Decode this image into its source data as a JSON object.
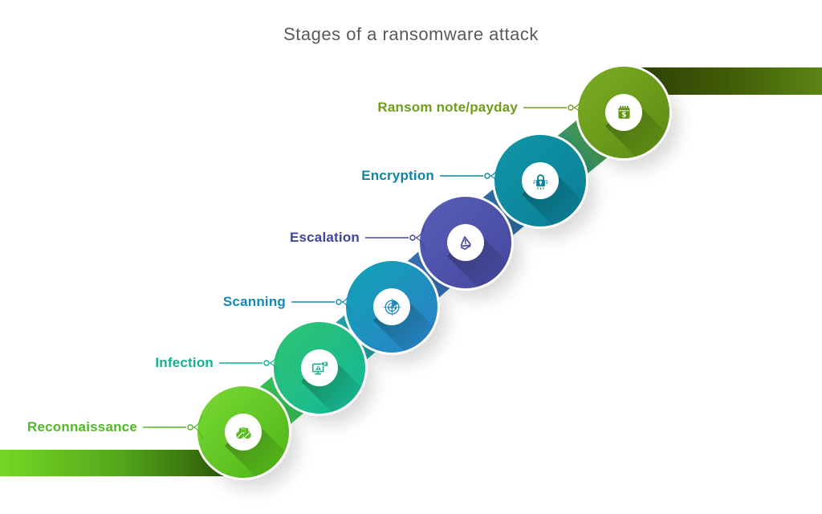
{
  "title": "Stages of a ransomware attack",
  "stages": [
    {
      "label": "Reconnaissance",
      "icon": "binoculars-icon",
      "label_color": "#52b72a",
      "circle_gradient": [
        "#7ad936",
        "#4db514"
      ],
      "icon_color": "#57bd20"
    },
    {
      "label": "Infection",
      "icon": "infected-computer-icon",
      "label_color": "#12b191",
      "circle_gradient": [
        "#2fc46f",
        "#12b79c"
      ],
      "icon_color": "#16b091"
    },
    {
      "label": "Scanning",
      "icon": "radar-icon",
      "label_color": "#1488b5",
      "circle_gradient": [
        "#10a4b5",
        "#2d7fc9"
      ],
      "icon_color": "#1e88b8"
    },
    {
      "label": "Escalation",
      "icon": "warning-growth-icon",
      "label_color": "#3f459c",
      "circle_gradient": [
        "#585eb9",
        "#44479d"
      ],
      "icon_color": "#474da5"
    },
    {
      "label": "Encryption",
      "icon": "padlock-icon",
      "label_color": "#0c87a2",
      "circle_gradient": [
        "#0f97a7",
        "#0b7d94"
      ],
      "icon_color": "#0e8296"
    },
    {
      "label": "Ransom note/payday",
      "icon": "calendar-dollar-icon",
      "label_color": "#6f9e1a",
      "circle_gradient": [
        "#7cad25",
        "#5a8b10"
      ],
      "icon_color": "#649316"
    }
  ],
  "band_colors": [
    [
      "#54c11d",
      "#1cbb92"
    ],
    [
      "#1fbf8a",
      "#2486c2"
    ],
    [
      "#1f8ec1",
      "#4b4fa7"
    ],
    [
      "#4c50a8",
      "#0e8a9e"
    ],
    [
      "#0f8a9d",
      "#6b9e1b"
    ]
  ],
  "ribbons": {
    "bottom": {
      "gradient": [
        "#74d724",
        "#55a81c",
        "#2b5408"
      ]
    },
    "top": {
      "gradient": [
        "#2a3d04",
        "#3f5907",
        "#5a8414"
      ]
    }
  }
}
